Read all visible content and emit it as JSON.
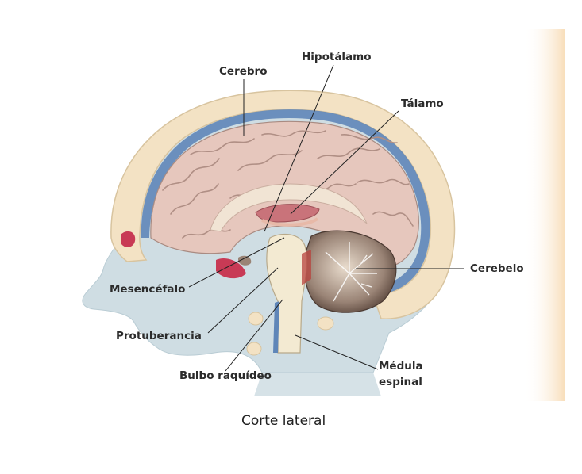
{
  "labels": {
    "cerebro": "Cerebro",
    "hipotalamo": "Hipotálamo",
    "talamo": "Tálamo",
    "cerebelo": "Cerebelo",
    "mesencefalo": "Mesencéfalo",
    "protuberancia": "Protuberancia",
    "bulbo": "Bulbo raquídeo",
    "medula_line1": "Médula",
    "medula_line2": "espinal"
  },
  "caption": "Corte lateral",
  "colors": {
    "skin": "#cfdde3",
    "skull": "#f3e2c4",
    "dura": "#5f86b8",
    "cortex": "#e6c7bd",
    "white_matter": "#f1e4d4",
    "cerebellum_dark": "#6f5a4e",
    "brainstem": "#f3ead2",
    "sinus": "#c83a55",
    "accent_edge": "#f7d9b0"
  }
}
